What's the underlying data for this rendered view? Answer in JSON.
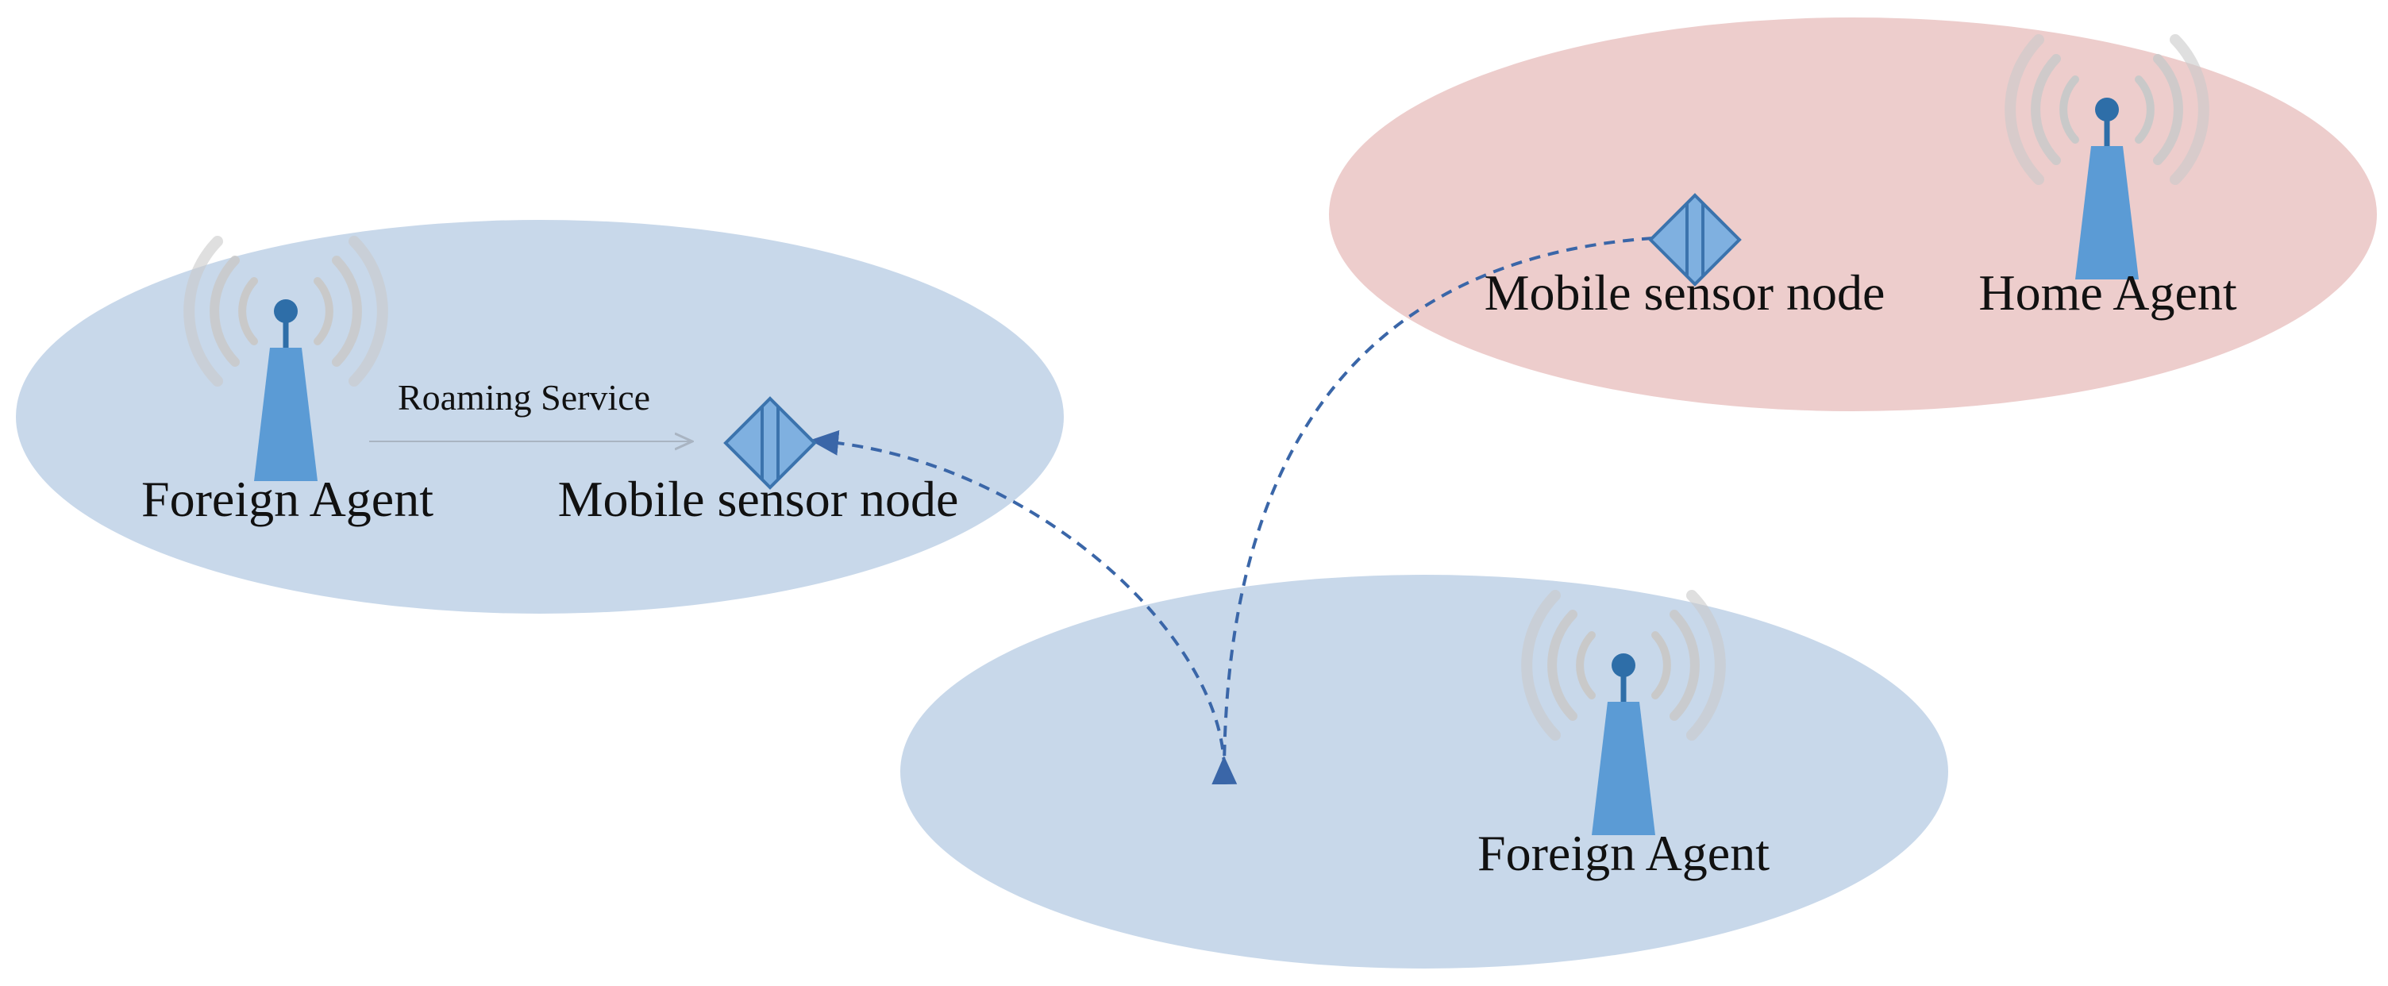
{
  "colors": {
    "foreign_network": "#c8d8ea",
    "home_network": "#edcdcc",
    "tower": "#5b9bd5",
    "tower_dark": "#2e6ea8",
    "signal_wave": "#c9c9c9",
    "sensor_fill": "#7fb0e0",
    "sensor_stroke": "#3b73ad",
    "dashed_path": "#3a66a8",
    "roaming_arrow": "#a9b4c2",
    "text": "#111111"
  },
  "networks": {
    "left_foreign": {
      "agent_label": "Foreign Agent",
      "node_label": "Mobile sensor node",
      "roaming_label": "Roaming Service",
      "agent_icon": "antenna-tower-icon",
      "node_icon": "diamond-sensor-icon"
    },
    "home": {
      "agent_label": "Home Agent",
      "node_label": "Mobile sensor node",
      "agent_icon": "antenna-tower-icon",
      "node_icon": "diamond-sensor-icon"
    },
    "bottom_foreign": {
      "agent_label": "Foreign Agent",
      "agent_icon": "antenna-tower-icon"
    }
  }
}
